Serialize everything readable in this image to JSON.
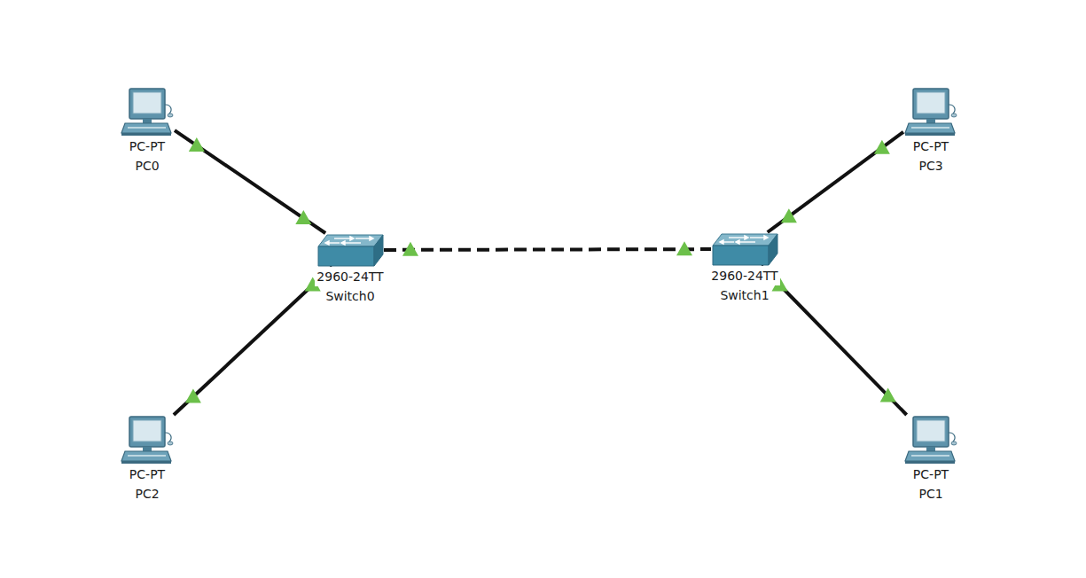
{
  "diagram": {
    "nodes": [
      {
        "text": [
          "PC-PT",
          "PC0"
        ]
      },
      {
        "text": [
          "PC-PT",
          "PC3"
        ]
      },
      {
        "text": [
          "2960-24TT",
          "Switch0"
        ]
      },
      {
        "text": [
          "2960-24TT",
          "Switch1"
        ]
      },
      {
        "text": [
          "PC-PT",
          "PC2"
        ]
      },
      {
        "text": [
          "PC-PT",
          "PC1"
        ]
      }
    ],
    "edges": [
      {
        "from": 0,
        "to": 2,
        "arrow": "none"
      },
      {
        "from": 4,
        "to": 2,
        "arrow": "none"
      },
      {
        "from": 2,
        "to": 3,
        "arrow": "none"
      },
      {
        "from": 3,
        "to": 1,
        "arrow": "none"
      },
      {
        "from": 3,
        "to": 5,
        "arrow": "none"
      }
    ]
  }
}
